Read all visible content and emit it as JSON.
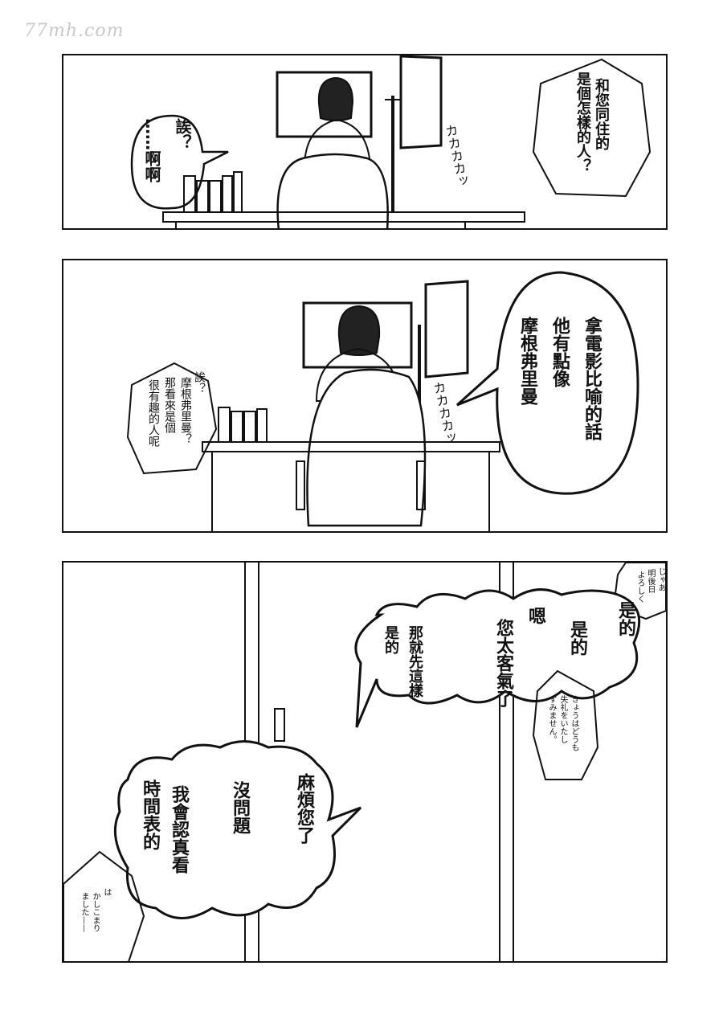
{
  "watermark": "77mh.com",
  "panels": [
    {
      "bubble_left": [
        "誒？",
        "……啊啊"
      ],
      "sfx": "カカカカッ",
      "bubble_right": [
        "和您同住的",
        "是個怎樣的人？"
      ]
    },
    {
      "bubble_left": [
        "誒？",
        "摩根弗里曼？",
        "那看來是個",
        "很有趣的人呢"
      ],
      "sfx": "カカカカッ",
      "bubble_right": [
        "拿電影比喻的話",
        "他有點像",
        "摩根弗里曼"
      ]
    },
    {
      "note_top": [
        "じゃあ",
        "明後日",
        "よろしく"
      ],
      "cloud_right": [
        "是的",
        "是的",
        "嗯",
        "您太客氣了",
        "那就先這樣",
        "是的"
      ],
      "note_middle": [
        "きょうはどうも",
        "失礼をいたし",
        "すみません。"
      ],
      "cloud_left": [
        "麻煩您了",
        "沒問題",
        "我會認真看",
        "時間表的"
      ],
      "note_bottom": [
        "は",
        "かしこまり",
        "ました——"
      ]
    }
  ]
}
